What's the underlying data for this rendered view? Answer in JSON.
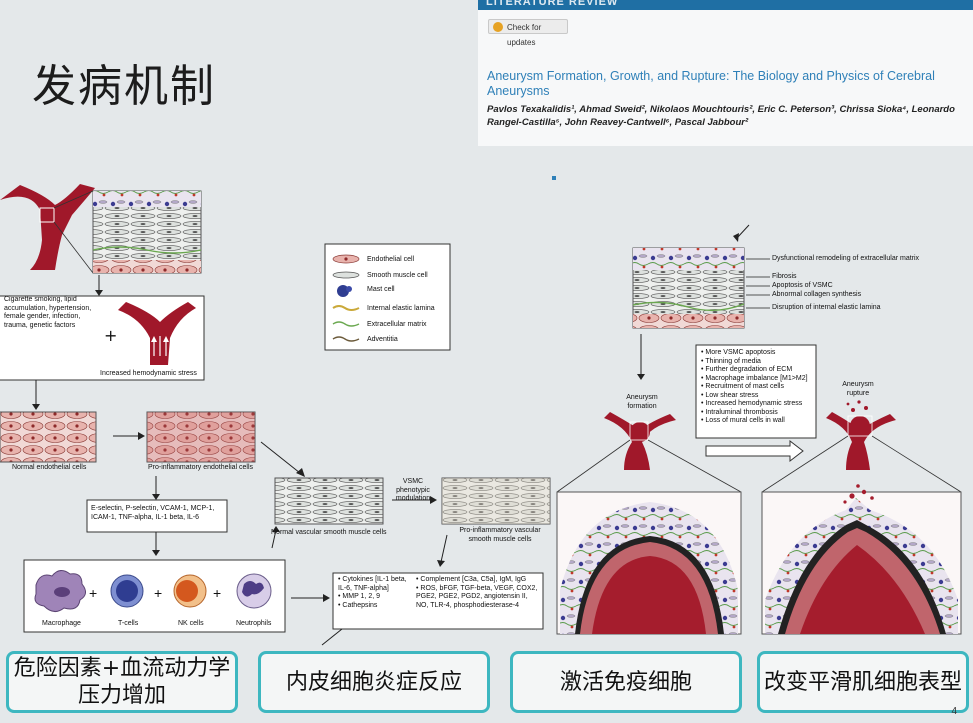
{
  "slide": {
    "title": "发病机制",
    "page_number": "4"
  },
  "paper": {
    "header": "LITERATURE REVIEW",
    "check_button": "Check for updates",
    "title": "Aneurysm Formation, Growth, and Rupture: The Biology and Physics of Cerebral Aneurysms",
    "authors": "Pavlos Texakalidis¹, Ahmad Sweid², Nikolaos Mouchtouris², Eric C. Peterson³, Chrissa Sioka⁴, Leonardo Rangel-Castilla⁵, John Reavey-Cantwell⁶, Pascal Jabbour²"
  },
  "diagram": {
    "risk_factors": "Cigarette smoking, lipid accumulation, hypertension, female gender, infection, trauma, genetic factors",
    "hemodynamic_stress": "Increased hemodynamic stress",
    "normal_endothelial": "Normal endothelial cells",
    "proinflam_endothelial": "Pro-inflammatory endothelial cells",
    "adhesion_molecules": "E-selectin, P-selectin, VCAM-1, MCP-1, ICAM-1, TNF-alpha, IL-1 beta, IL-6",
    "immune_cells": [
      "Macrophage",
      "T-cells",
      "NK cells",
      "Neutrophils"
    ],
    "normal_vsmc": "Normal vascular smooth muscle cells",
    "vsmc_modulation": "VSMC phenotypic modulation",
    "proinflam_vsmc": "Pro-inflammatory vascular smooth muscle cells",
    "cytokines_left": [
      "Cytokines [IL-1 beta, IL-6, TNF-alpha]",
      "MMP 1, 2, 9",
      "Cathepsins"
    ],
    "cytokines_right": [
      "Complement [C3a, C5a], IgM, IgG",
      "ROS, bFGF, TGF-beta, VEGF, COX2, PGE2, PGE2, PGD2, angiotensin II, NO, TLR-4, phosphodiesterase-4"
    ],
    "legend": [
      "Endothelial cell",
      "Smooth muscle cell",
      "Mast cell",
      "Internal elastic lamina",
      "Extracellular matrix",
      "Adventitia"
    ],
    "ecm_labels": [
      "Dysfunctional remodeling of extracellular matrix",
      "Fibrosis",
      "Apoptosis of VSMC",
      "Abnormal collagen synthesis",
      "Disruption of internal elastic lamina"
    ],
    "aneurysm_formation": "Aneurysm formation",
    "aneurysm_rupture": "Aneurysm rupture",
    "rupture_factors": [
      "More VSMC apoptosis",
      "Thinning of media",
      "Further degradation of ECM",
      "Macrophage imbalance [M1>M2]",
      "Recruitment of mast cells",
      "Low shear stress",
      "Increased hemodynamic stress",
      "Intraluminal thrombosis",
      "Loss of mural cells in wall"
    ]
  },
  "buttons": [
    "危险因素+血流动力学压力增加",
    "内皮细胞炎症反应",
    "激活免疫细胞",
    "改变平滑肌细胞表型"
  ],
  "colors": {
    "accent": "#3db7c0",
    "paper_title": "#2f80b8",
    "artery": "#a0182a"
  }
}
